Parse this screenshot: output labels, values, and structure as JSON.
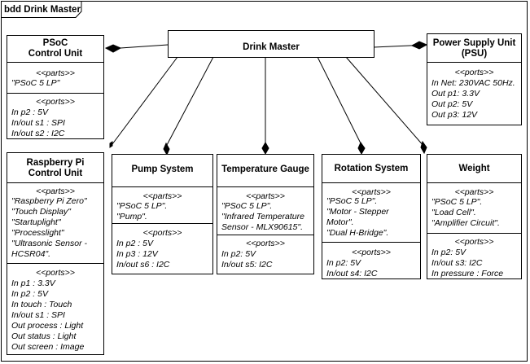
{
  "frame": {
    "title": "bdd Drink Master"
  },
  "blocks": {
    "drink_master": {
      "name": [
        "Drink Master"
      ]
    },
    "psoc": {
      "name": [
        "PSoC",
        "Control Unit"
      ],
      "parts_title": "<<parts>>",
      "parts": [
        "\"PSoC 5 LP\""
      ],
      "ports_title": "<<ports>>",
      "ports": [
        "In p2 : 5V",
        "In/out s1 : SPI",
        "In/out s2 : I2C"
      ]
    },
    "psu": {
      "name": [
        "Power Supply Unit",
        "(PSU)"
      ],
      "ports_title": "<<ports>>",
      "ports": [
        "In Net: 230VAC 50Hz.",
        "Out p1: 3.3V",
        "Out p2: 5V",
        "Out p3: 12V"
      ]
    },
    "rpi": {
      "name": [
        "Raspberry Pi",
        "Control Unit"
      ],
      "parts_title": "<<parts>>",
      "parts": [
        "\"Raspberry Pi Zero\"",
        "\"Touch Display\"",
        "\"Startuplight\"",
        "\"Processlight\"",
        "\"Ultrasonic Sensor -",
        "HCSR04\"."
      ],
      "ports_title": "<<ports>>",
      "ports": [
        "In p1 : 3.3V",
        "In p2 : 5V",
        "In touch : Touch",
        "In/out s1 : SPI",
        "Out process : Light",
        "Out status : Light",
        "Out screen : Image"
      ]
    },
    "pump": {
      "name": [
        "Pump System"
      ],
      "parts_title": "<<parts>>",
      "parts": [
        "\"PSoC 5 LP\".",
        "\"Pump\"."
      ],
      "ports_title": "<<ports>>",
      "ports": [
        "In p2 : 5V",
        "In p3 : 12V",
        "In/out s6 : I2C"
      ]
    },
    "temp": {
      "name": [
        "Temperature Gauge"
      ],
      "parts_title": "<<parts>>",
      "parts": [
        "\"PSoC 5 LP\".",
        "\"Infrared Temperature",
        "Sensor - MLX90615\"."
      ],
      "ports_title": "<<ports>>",
      "ports": [
        "In p2: 5V",
        "In/out s5: I2C"
      ]
    },
    "rotation": {
      "name": [
        "Rotation System"
      ],
      "parts_title": "<<parts>>",
      "parts": [
        "\"PSoC 5 LP\".",
        "\"Motor - Stepper",
        "Motor\".",
        "\"Dual H-Bridge\"."
      ],
      "ports_title": "<<ports>>",
      "ports": [
        "In p2: 5V",
        "In/out s4: I2C"
      ]
    },
    "weight": {
      "name": [
        "Weight"
      ],
      "parts_title": "<<parts>>",
      "parts": [
        "\"PSoC 5 LP\".",
        "\"Load Cell\".",
        "\"Amplifier Circuit\"."
      ],
      "ports_title": "<<ports>>",
      "ports": [
        "In p2: 5V",
        "In/out s3: I2C",
        "In pressure : Force"
      ]
    }
  }
}
